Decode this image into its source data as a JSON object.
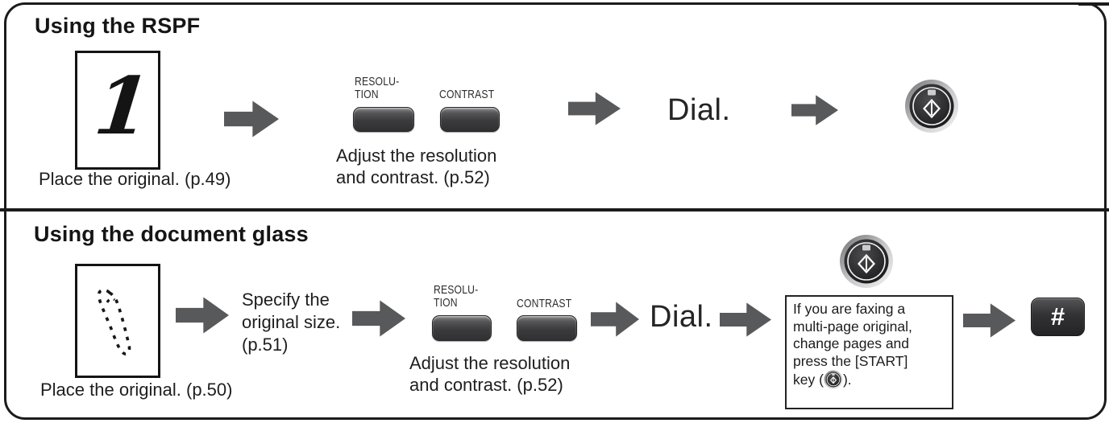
{
  "colors": {
    "arrow": "#58595b",
    "frame_border": "#1b1b1d",
    "key_face": "#3a3a3c",
    "text": "#1d1d1f"
  },
  "keys": {
    "resolution_label_line1": "RESOLU-",
    "resolution_label_line2": "TION",
    "contrast_label": "CONTRAST",
    "hash_label": "#",
    "start_key": "start-key",
    "start_icon_glyph": "diamond-start"
  },
  "rspf": {
    "title": "Using the RSPF",
    "original_glyph": "1",
    "place_caption": "Place the original. (p.49)",
    "adjust_line1": "Adjust the resolution",
    "adjust_line2": "and contrast. (p.52)",
    "dial": "Dial."
  },
  "glass": {
    "title": "Using the document glass",
    "place_caption": "Place the original. (p.50)",
    "specify_line1": "Specify the",
    "specify_line2": "original size.",
    "specify_line3": "(p.51)",
    "adjust_line1": "Adjust the resolution",
    "adjust_line2": "and contrast. (p.52)",
    "dial": "Dial.",
    "note_lines": [
      "If you are faxing a",
      "multi-page original,",
      "change pages and",
      "press the [START]"
    ],
    "note_last_pre": "key (",
    "note_last_post": ")."
  }
}
